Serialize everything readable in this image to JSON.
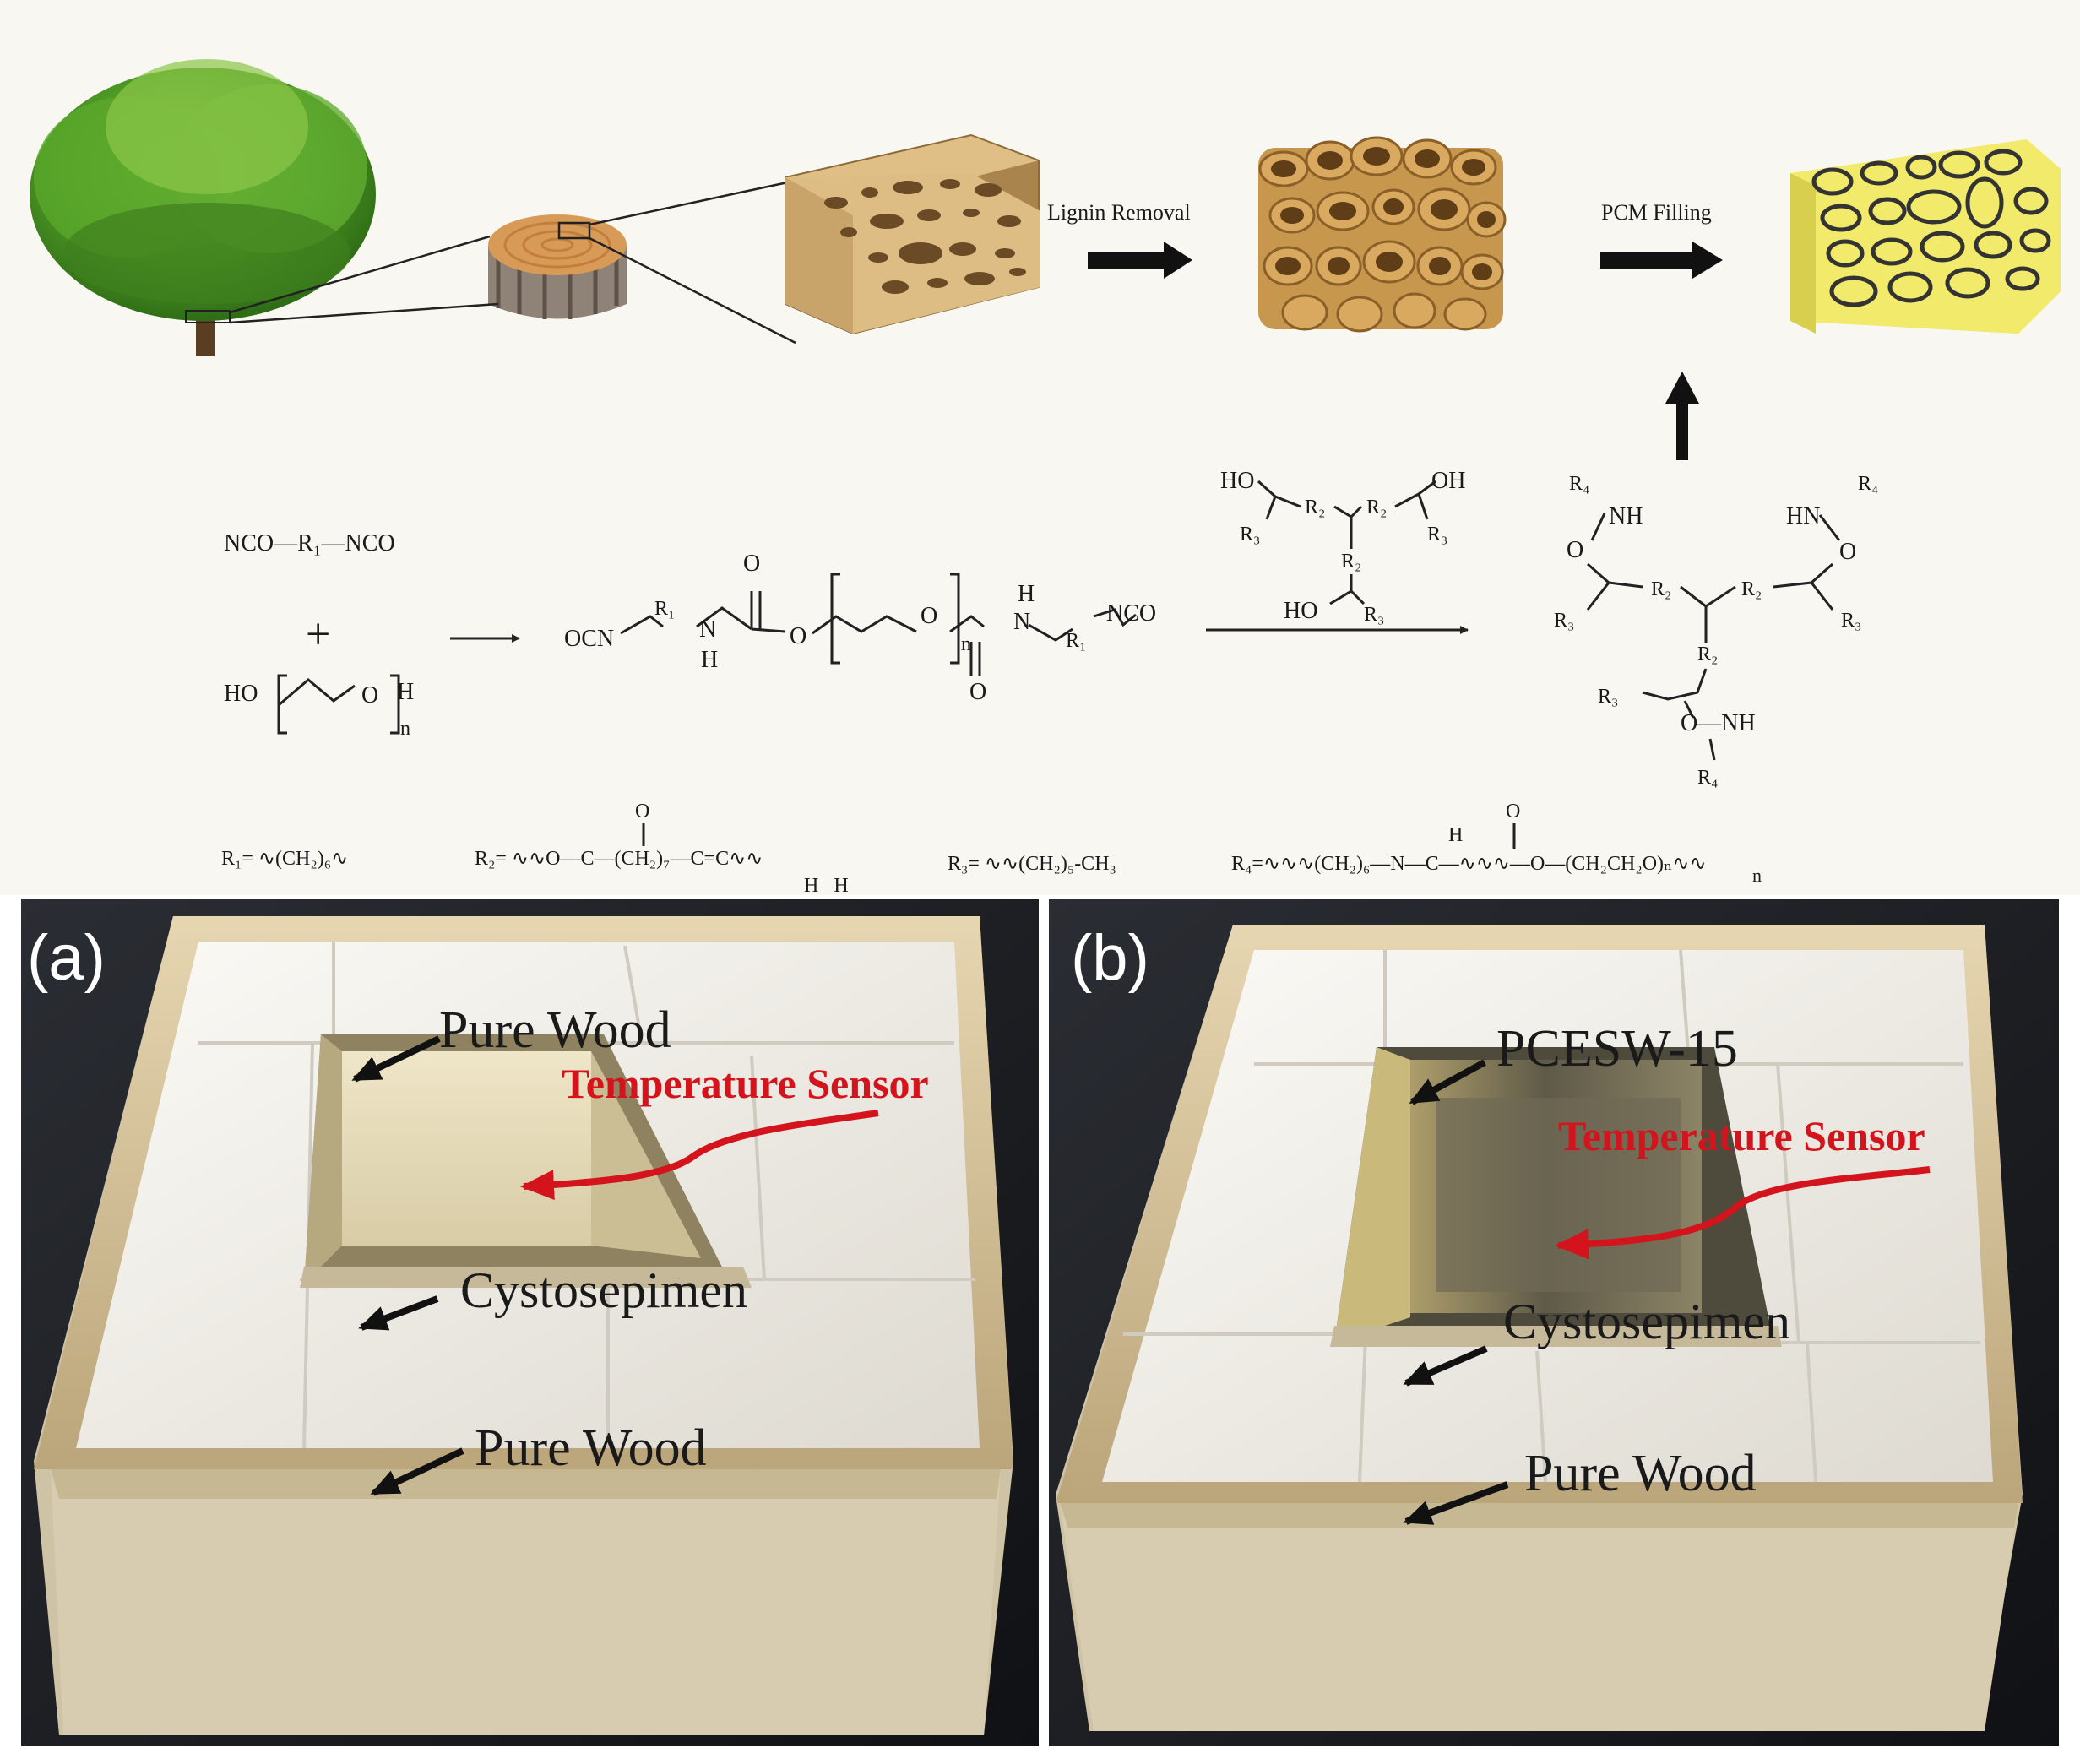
{
  "top_scheme": {
    "step1_label": "Lignin Removal",
    "step2_label": "PCM Filling"
  },
  "chemistry": {
    "diisocyanate": "NCO—R₁—NCO",
    "plus": "+",
    "peg_ho": "HO",
    "peg_h": "H",
    "peg_n": "n",
    "prepolymer_ocn": "OCN",
    "prepolymer_nco": "NCO",
    "atom_O": "O",
    "atom_H": "H",
    "atom_N": "N",
    "atom_n": "n",
    "r1": "R₁",
    "r2": "R₂",
    "r3": "R₃",
    "r4": "R₄",
    "ho": "HO",
    "oh": "OH",
    "nh": "NH",
    "hn": "HN",
    "o_nh": "O—NH",
    "r1_def": "R₁= ∿(CH₂)₆∿",
    "r2_def": "R₂= ∿∿O—C—(CH₂)₇—C=C∿∿",
    "r2_h": "H   H",
    "r3_def": "R₃= ∿∿(CH₂)₅-CH₃",
    "r4_def": "R₄=∿∿∿(CH₂)₆—N—C—∿∿∿—O—(CH₂CH₂O)ₙ∿∿"
  },
  "panel_a": {
    "label": "(a)",
    "pure_wood_top": "Pure Wood",
    "sensor": "Temperature Sensor",
    "cystosepimen": "Cystosepimen",
    "pure_wood_bottom": "Pure Wood"
  },
  "panel_b": {
    "label": "(b)",
    "sample": "PCESW-15",
    "sensor": "Temperature Sensor",
    "cystosepimen": "Cystosepimen",
    "pure_wood": "Pure Wood"
  },
  "colors": {
    "sensor_red": "#d4141c",
    "photo_bg": "#1c1e22",
    "wood": "#d7c7a4",
    "foam": "#f1efea",
    "pcm_yellow": "#f2ea6a"
  }
}
